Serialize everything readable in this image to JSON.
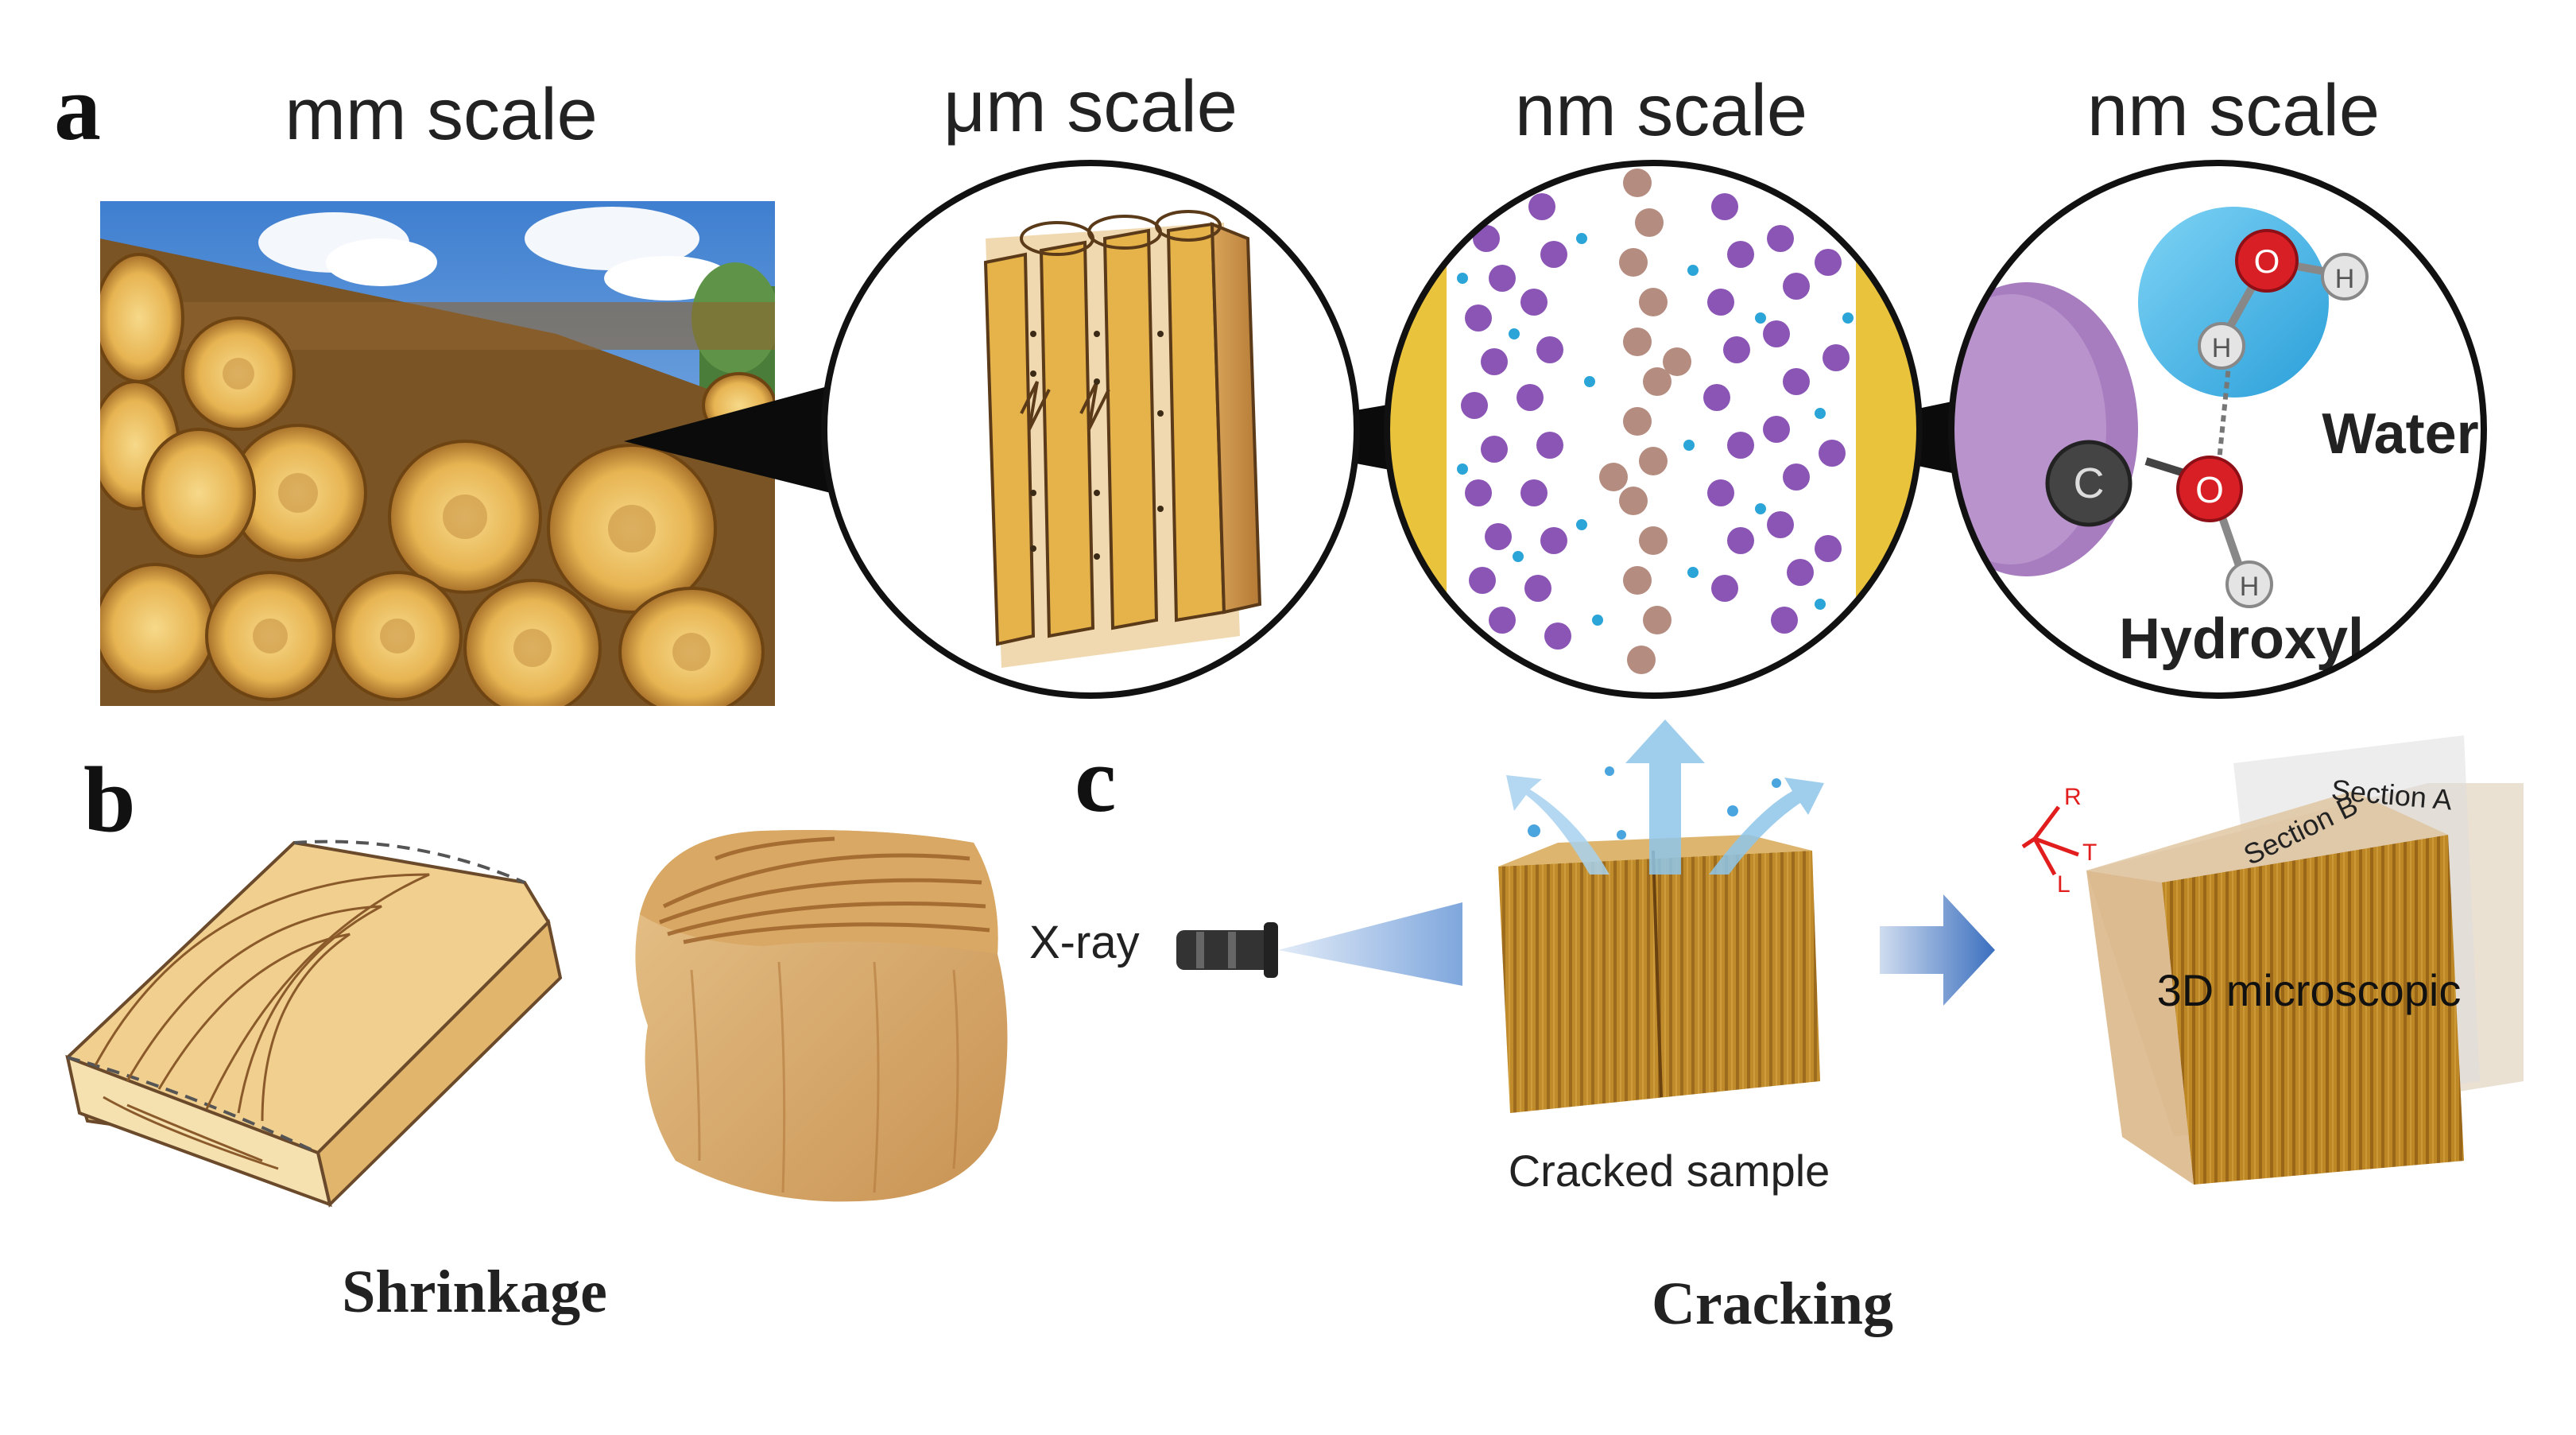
{
  "panels": {
    "a": {
      "letter": "a",
      "scales": [
        "mm scale",
        "μm scale",
        "nm scale",
        "nm scale"
      ],
      "labels": {
        "water": "Water",
        "hydroxyl": "Hydroxyl"
      },
      "atoms": {
        "oxygen": "O",
        "hydrogen": "H",
        "carbon": "C"
      }
    },
    "b": {
      "letter": "b",
      "caption": "Shrinkage"
    },
    "c": {
      "letter": "c",
      "xray_label": "X-ray",
      "sample_label": "Cracked sample",
      "result_label": "3D microscopic",
      "section_a": "Section A",
      "section_b": "Section B",
      "axes": {
        "r": "R",
        "t": "T",
        "l": "L"
      },
      "caption": "Cracking"
    }
  },
  "colors": {
    "wood_yellow": "#e8b64a",
    "purple": "#7b4aa3",
    "tan": "#b99083",
    "water_blue": "#3fb4e8",
    "oxygen_red": "#d81f26",
    "arrow_blue": "#3b6fbf",
    "axis_red": "#e21d1d"
  }
}
